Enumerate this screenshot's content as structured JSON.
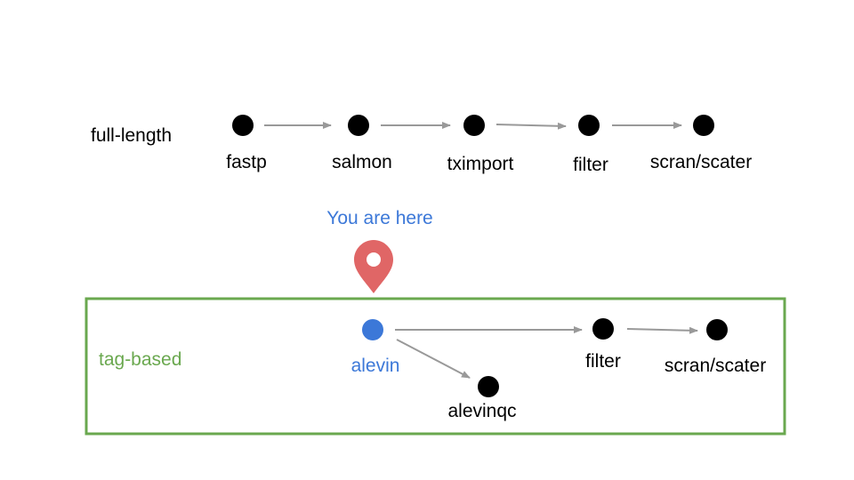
{
  "rows": {
    "full_length": {
      "label": "full-length",
      "nodes": [
        "fastp",
        "salmon",
        "tximport",
        "filter",
        "scran/scater"
      ]
    },
    "tag_based": {
      "label": "tag-based",
      "nodes": [
        "alevin",
        "alevinqc",
        "filter",
        "scran/scater"
      ]
    }
  },
  "marker": {
    "text": "You are here",
    "icon": "location-pin-icon"
  },
  "colors": {
    "node": "#000000",
    "current_node": "#3c78d8",
    "arrow": "#999999",
    "tag_box": "#6aa84f",
    "tag_label": "#6aa84f",
    "marker_text": "#3c78d8",
    "pin": "#e06666"
  }
}
